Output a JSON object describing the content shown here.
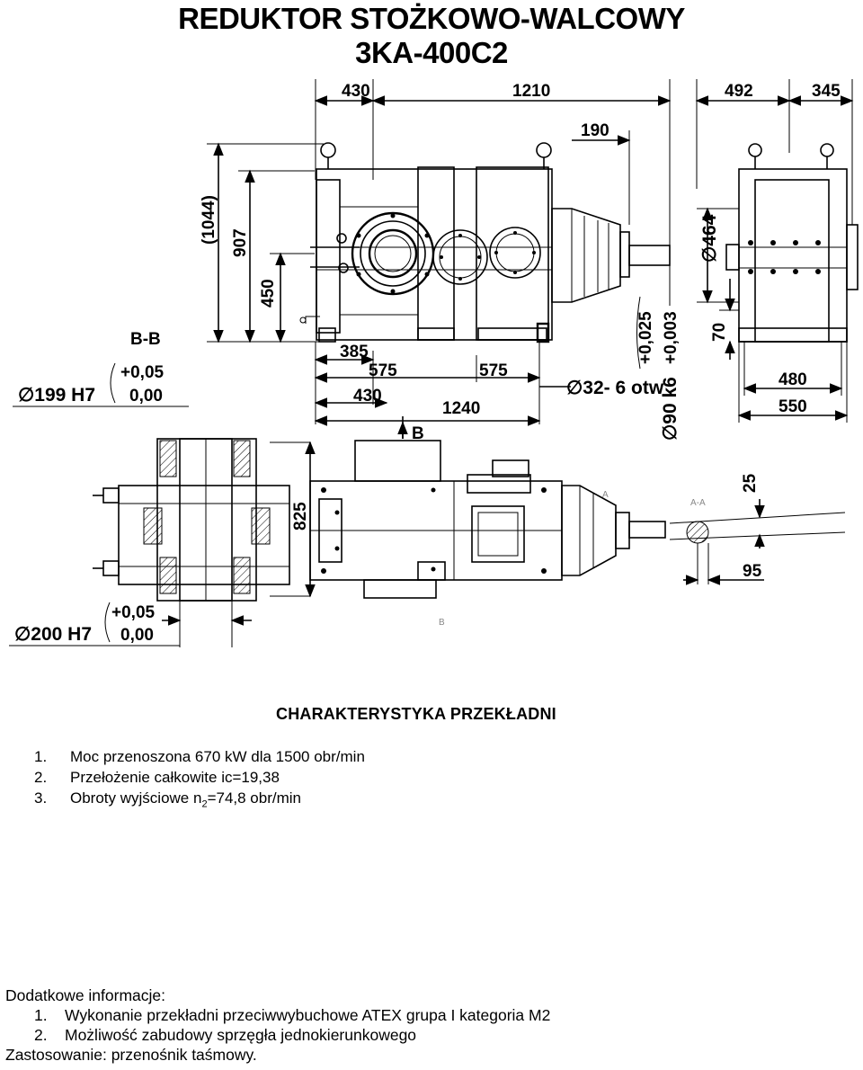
{
  "title": {
    "line1": "REDUKTOR STOŻKOWO-WALCOWY",
    "line2": "3KA-400C2"
  },
  "dimensions": {
    "top": [
      "430",
      "1210",
      "492",
      "345",
      "190"
    ],
    "vertical": [
      "(1044)",
      "907",
      "450",
      "825",
      "25",
      "70"
    ],
    "bottom": [
      "385",
      "575",
      "575",
      "430",
      "1240",
      "480",
      "550",
      "95"
    ],
    "diam_464": "464",
    "diam_90": "90 k6",
    "tol_90_upper": "+0,025",
    "tol_90_lower": "+0,003",
    "holes": "32- 6 otw",
    "bore_199": "199 H7",
    "tol_199_upper": "+0,05",
    "tol_199_lower": "0,00",
    "bore_200": "200 H7",
    "tol_200_upper": "+0,05",
    "tol_200_lower": "0,00"
  },
  "section_labels": {
    "bb": "B-B",
    "b_arrow": "B",
    "b_small": "B",
    "aa": "A-A",
    "a_small": "A"
  },
  "characteristics": {
    "heading": "CHARAKTERYSTYKA  PRZEKŁADNI",
    "items": [
      {
        "num": "1.",
        "text": "Moc przenoszona  670 kW dla 1500 obr/min"
      },
      {
        "num": "2.",
        "text": "Przełożenie całkowite ic=19,38"
      },
      {
        "num": "3.",
        "text_pre": "Obroty wyjściowe n",
        "sub": "2",
        "text_post": "=74,8 obr/min"
      }
    ]
  },
  "additional_info": {
    "heading": "Dodatkowe informacje:",
    "items": [
      {
        "num": "1.",
        "text": "Wykonanie przekładni przeciwwybuchowe ATEX grupa I kategoria M2"
      },
      {
        "num": "2.",
        "text": "Możliwość zabudowy sprzęgła jednokierunkowego"
      }
    ],
    "application": "Zastosowanie: przenośnik taśmowy."
  },
  "colors": {
    "ink": "#000000",
    "paper": "#ffffff",
    "faint": "#888888"
  }
}
